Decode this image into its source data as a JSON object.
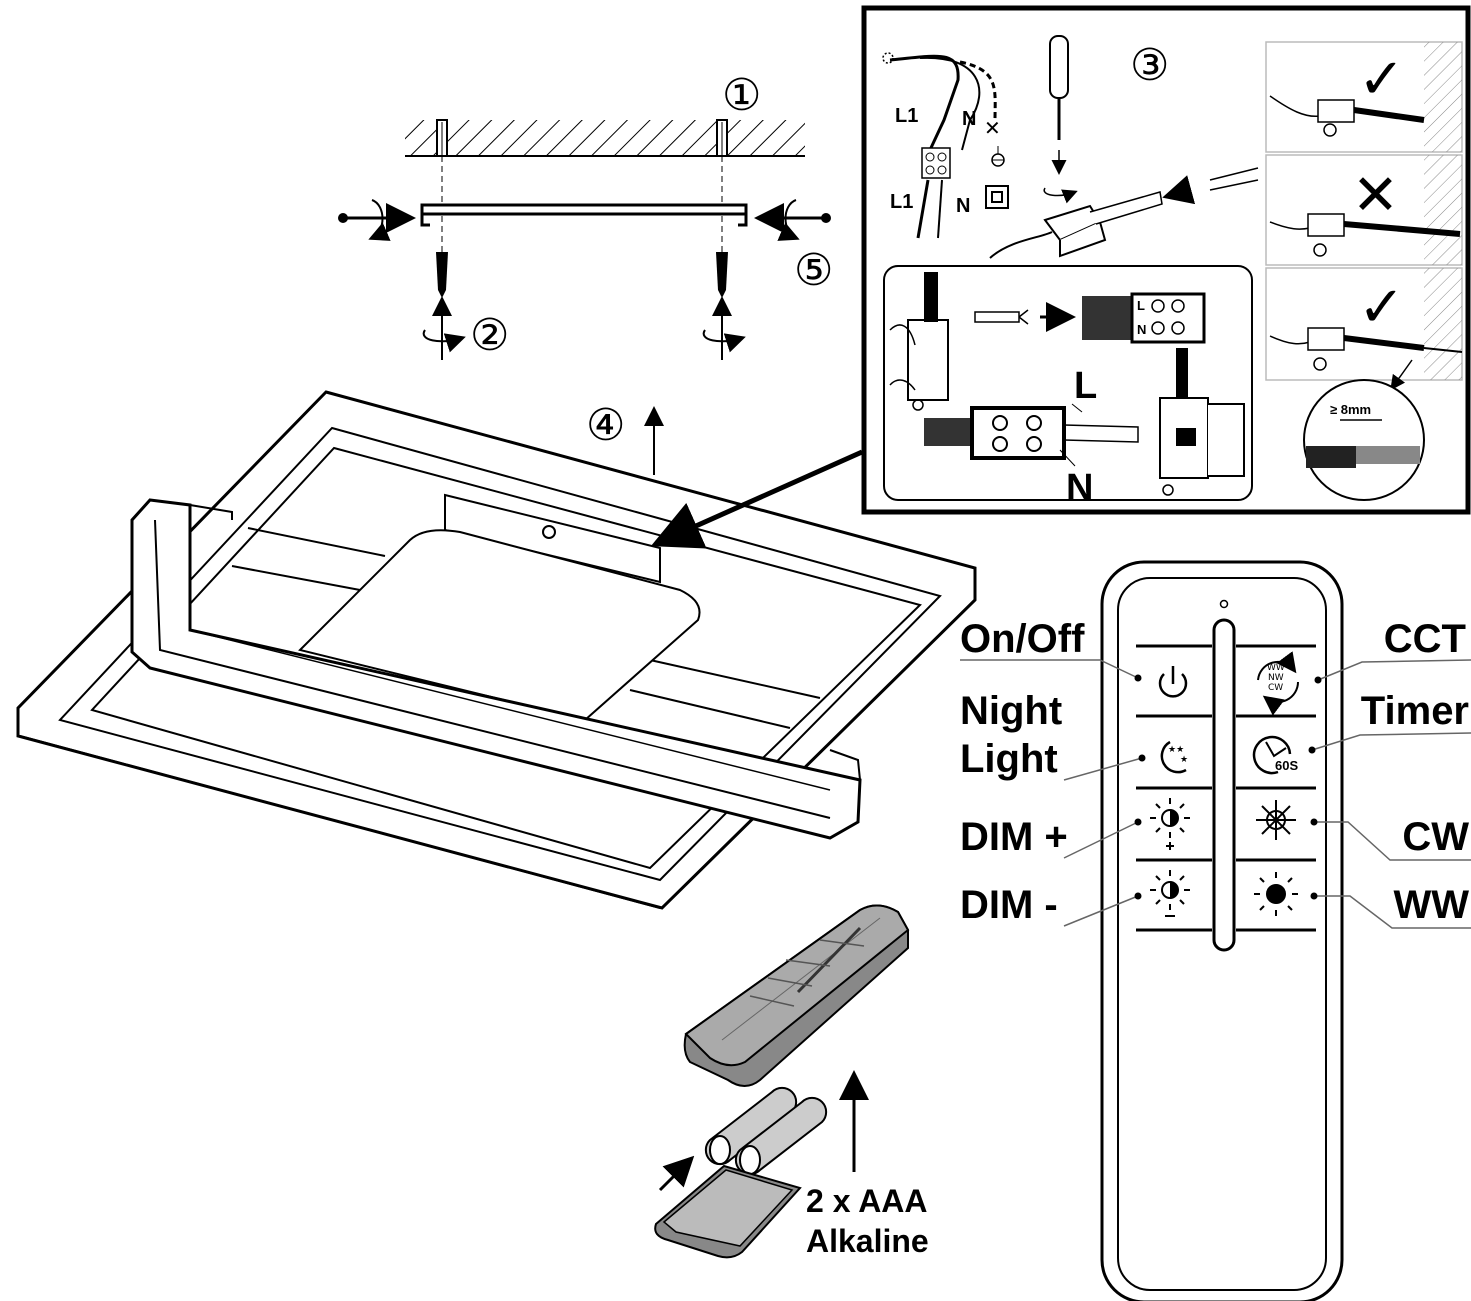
{
  "steps": {
    "s1": "①",
    "s2": "②",
    "s3": "③",
    "s4": "④",
    "s5": "⑤"
  },
  "wiring": {
    "l1_top": "L1",
    "n_top": "N",
    "l1_bottom": "L1",
    "n_bottom": "N",
    "terminal_l": "L",
    "terminal_n": "N",
    "connector_l": "L",
    "connector_n": "N",
    "strip_length": "≥ 8mm",
    "check_1": "✓",
    "cross": "✕",
    "check_2": "✓"
  },
  "remote": {
    "labels": {
      "on_off": "On/Off",
      "night_line1": "Night",
      "night_line2": "Light",
      "dim_plus": "DIM +",
      "dim_minus": "DIM -",
      "cct": "CCT",
      "timer": "Timer",
      "cw": "CW",
      "ww": "WW"
    },
    "icon_text": {
      "timer_60s": "60S",
      "cct_ww": "WW",
      "cct_nw": "NW",
      "cct_cw": "CW"
    }
  },
  "battery": {
    "line1": "2 x AAA",
    "line2": "Alkaline"
  },
  "icons": [
    "power-icon",
    "moon-icon",
    "sun-plus-icon",
    "sun-minus-icon",
    "cct-cycle-icon",
    "timer-icon",
    "snowflake-icon",
    "warm-sun-icon",
    "screwdriver-icon",
    "earth-icon",
    "double-insulation-icon"
  ]
}
